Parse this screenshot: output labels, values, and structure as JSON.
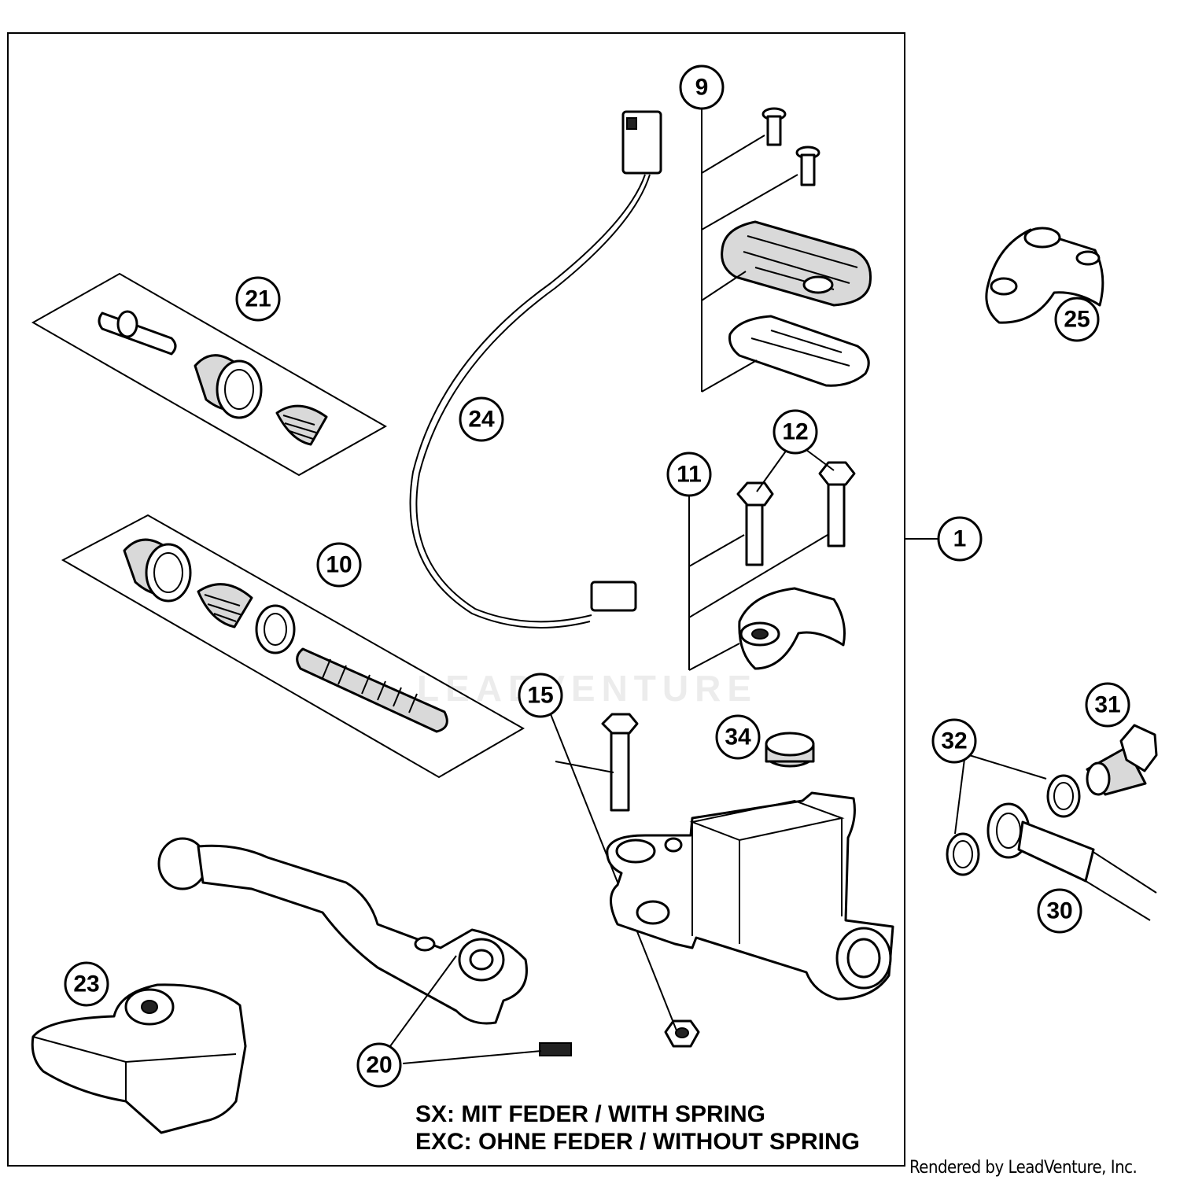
{
  "diagram": {
    "callouts": [
      "1",
      "9",
      "10",
      "11",
      "12",
      "15",
      "20",
      "21",
      "23",
      "24",
      "25",
      "30",
      "31",
      "32",
      "34"
    ],
    "notes": {
      "sx": "SX: MIT FEDER / WITH SPRING",
      "exc": "EXC: OHNE FEDER / WITHOUT SPRING"
    },
    "credit": "Rendered by LeadVenture, Inc.",
    "watermark": "LEADVENTURE"
  }
}
